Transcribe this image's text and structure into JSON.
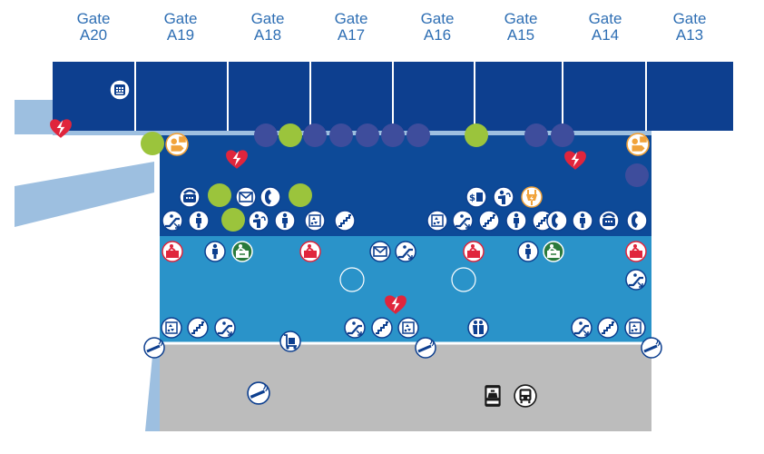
{
  "gates": [
    {
      "word": "Gate",
      "number": "A20"
    },
    {
      "word": "Gate",
      "number": "A19"
    },
    {
      "word": "Gate",
      "number": "A18"
    },
    {
      "word": "Gate",
      "number": "A17"
    },
    {
      "word": "Gate",
      "number": "A16"
    },
    {
      "word": "Gate",
      "number": "A15"
    },
    {
      "word": "Gate",
      "number": "A14"
    },
    {
      "word": "Gate",
      "number": "A13"
    }
  ],
  "colors": {
    "gate_text": "#2f6fb4",
    "gate_area": "#0d3f8f",
    "concourse": "#0d4a98",
    "lower_level": "#2a93c9",
    "ground_level": "#bcbcbc",
    "walkway": "#9dbfe0",
    "gate_marker": "#3e4d9c",
    "green_marker": "#9bc43c",
    "aed": "#e0253c",
    "info": "#f1a33b",
    "family_room": "#2a7a3c",
    "lost_found": "#e0253c"
  },
  "icon_legend": [
    "phone-icon",
    "aed-icon",
    "info-icon",
    "tty-icon",
    "mail-icon",
    "telephone-icon",
    "escalator-icon",
    "restroom-icon",
    "water-fountain-icon",
    "elevator-icon",
    "stairs-icon",
    "atm-icon",
    "charging-icon",
    "lost-and-found-icon",
    "family-room-icon",
    "smoking-icon",
    "baggage-cart-icon",
    "taxi-icon",
    "bus-icon"
  ]
}
